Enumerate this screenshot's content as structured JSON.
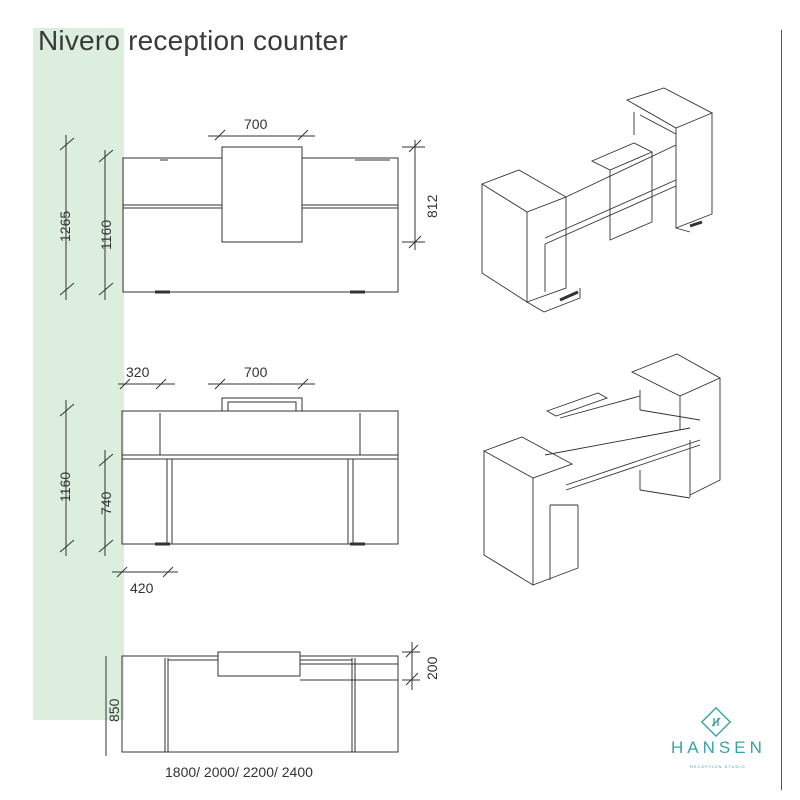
{
  "title": "Nivero reception counter",
  "dimensions": {
    "front_top_width": "700",
    "front_total_height": "1265",
    "front_counter_height": "1160",
    "front_panel_height": "812",
    "rear_side_width": "320",
    "rear_top_width": "700",
    "rear_total_height": "1160",
    "rear_desk_height": "740",
    "rear_side_depth": "420",
    "top_depth": "850",
    "top_shelf_depth": "200",
    "lengths": "1800/ 2000/ 2200/ 2400"
  },
  "brand": {
    "name": "HANSEN",
    "tagline": "RECEPTION STUDIO",
    "color": "#3aa3a8"
  },
  "colors": {
    "band": "#dcefdf",
    "line": "#333333"
  }
}
